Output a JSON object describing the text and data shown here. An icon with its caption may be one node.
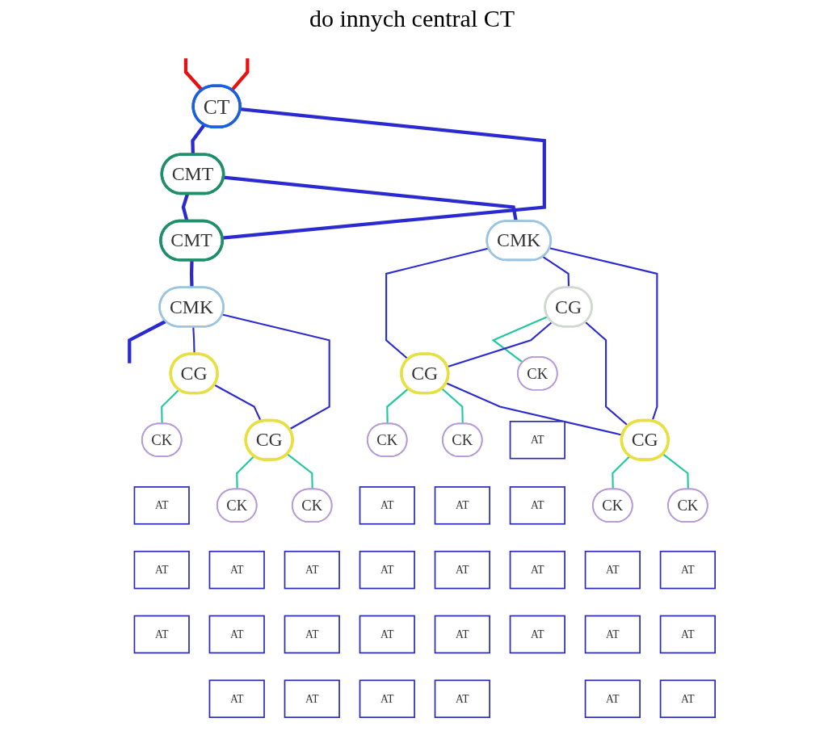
{
  "diagram": {
    "nodes": [
      {
        "text": [
          "CT"
        ]
      },
      {
        "text": [
          "CMT"
        ]
      },
      {
        "text": [
          "CMT"
        ]
      },
      {
        "text": [
          "CMK"
        ]
      },
      {
        "text": [
          "CMK"
        ]
      },
      {
        "text": [
          "CG"
        ]
      },
      {
        "text": [
          "CG"
        ]
      },
      {
        "text": [
          "CG"
        ]
      },
      {
        "text": [
          "CG"
        ]
      },
      {
        "text": [
          "CG"
        ]
      },
      {
        "text": [
          "CK"
        ]
      },
      {
        "text": [
          "CK"
        ]
      },
      {
        "text": [
          "CK"
        ]
      },
      {
        "text": [
          "CK"
        ]
      },
      {
        "text": [
          "CK"
        ]
      },
      {
        "text": [
          "CK"
        ]
      },
      {
        "text": [
          "CK"
        ]
      },
      {
        "text": [
          "CK"
        ]
      },
      {
        "text": [
          "AT"
        ]
      },
      {
        "text": [
          "AT"
        ]
      },
      {
        "text": [
          "AT"
        ]
      },
      {
        "text": [
          "AT"
        ]
      },
      {
        "text": [
          "AT"
        ]
      },
      {
        "text": [
          "AT"
        ]
      },
      {
        "text": [
          "AT"
        ]
      },
      {
        "text": [
          "AT"
        ]
      },
      {
        "text": [
          "AT"
        ]
      },
      {
        "text": [
          "AT"
        ]
      },
      {
        "text": [
          "AT"
        ]
      },
      {
        "text": [
          "AT"
        ]
      },
      {
        "text": [
          "AT"
        ]
      },
      {
        "text": [
          "AT"
        ]
      },
      {
        "text": [
          "AT"
        ]
      },
      {
        "text": [
          "AT"
        ]
      },
      {
        "text": [
          "AT"
        ]
      },
      {
        "text": [
          "AT"
        ]
      },
      {
        "text": [
          "AT"
        ]
      },
      {
        "text": [
          "AT"
        ]
      },
      {
        "text": [
          "AT"
        ]
      },
      {
        "text": [
          "AT"
        ]
      },
      {
        "text": [
          "AT"
        ]
      },
      {
        "text": [
          "AT"
        ]
      },
      {
        "text": [
          "AT"
        ]
      },
      {
        "text": [
          "AT"
        ]
      },
      {
        "text": [
          "AT"
        ]
      }
    ],
    "edges": [
      {
        "from": null,
        "to": 0,
        "arrow": "none",
        "style": "thick",
        "color": "#e81010"
      },
      {
        "from": null,
        "to": 0,
        "arrow": "none",
        "style": "thick",
        "color": "#e81010"
      },
      {
        "from": 0,
        "to": 1,
        "arrow": "none",
        "style": "thick"
      },
      {
        "from": 0,
        "to": 2,
        "arrow": "none",
        "style": "thick"
      },
      {
        "from": 1,
        "to": 2,
        "arrow": "none",
        "style": "thick"
      },
      {
        "from": 1,
        "to": 3,
        "arrow": "none",
        "style": "thick"
      },
      {
        "from": 2,
        "to": 4,
        "arrow": "none",
        "style": "thick"
      },
      {
        "from": 4,
        "to": null,
        "arrow": "none",
        "style": "thick"
      },
      {
        "from": 3,
        "to": 7,
        "arrow": "none"
      },
      {
        "from": 3,
        "to": 5,
        "arrow": "none"
      },
      {
        "from": 3,
        "to": 8,
        "arrow": "none"
      },
      {
        "from": 4,
        "to": 6,
        "arrow": "none"
      },
      {
        "from": 4,
        "to": 9,
        "arrow": "none"
      },
      {
        "from": 7,
        "to": 10,
        "arrow": "none",
        "color": "#20c8a0"
      },
      {
        "from": 7,
        "to": 11,
        "arrow": "none",
        "color": "#20c8a0"
      },
      {
        "from": 5,
        "to": 12,
        "arrow": "none",
        "color": "#20c8a0"
      },
      {
        "from": 8,
        "to": 13,
        "arrow": "none",
        "color": "#20c8a0"
      },
      {
        "from": 8,
        "to": 14,
        "arrow": "none",
        "color": "#20c8a0"
      },
      {
        "from": 6,
        "to": 15,
        "arrow": "none",
        "color": "#20c8a0"
      },
      {
        "from": 9,
        "to": 16,
        "arrow": "none",
        "color": "#20c8a0"
      },
      {
        "from": 9,
        "to": 17,
        "arrow": "none",
        "color": "#20c8a0"
      },
      {
        "from": 5,
        "to": 7,
        "arrow": "none"
      },
      {
        "from": 5,
        "to": 8,
        "arrow": "none"
      },
      {
        "from": 7,
        "to": 8,
        "arrow": "none"
      },
      {
        "from": 6,
        "to": 9,
        "arrow": "none"
      }
    ],
    "labels": [
      "do innych central CT"
    ]
  }
}
